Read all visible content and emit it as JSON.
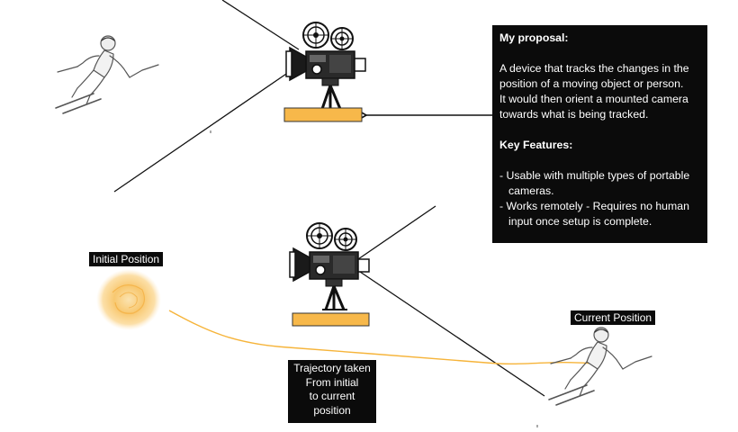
{
  "colors": {
    "base": "#f7b84a",
    "trajectory": "#f6b43a",
    "box": "#0b0b0b",
    "line": "#111111"
  },
  "proposal": {
    "heading": "My proposal:",
    "description_lines": [
      "A device that tracks the changes in the",
      "position of a moving object or person.",
      "It would then orient a mounted camera",
      "towards what is being tracked."
    ],
    "features_heading": "Key Features:",
    "features": [
      "- Usable with multiple types of portable cameras.",
      "- Works remotely - Requires no human input once setup is complete."
    ]
  },
  "labels": {
    "initial_position": "Initial Position",
    "current_position": "Current Position",
    "trajectory_lines": [
      "Trajectory taken",
      "From initial",
      "to current",
      "position"
    ]
  },
  "icons": {
    "camera": "movie-camera-icon",
    "skier": "skier-icon",
    "blob": "position-blob-icon"
  }
}
